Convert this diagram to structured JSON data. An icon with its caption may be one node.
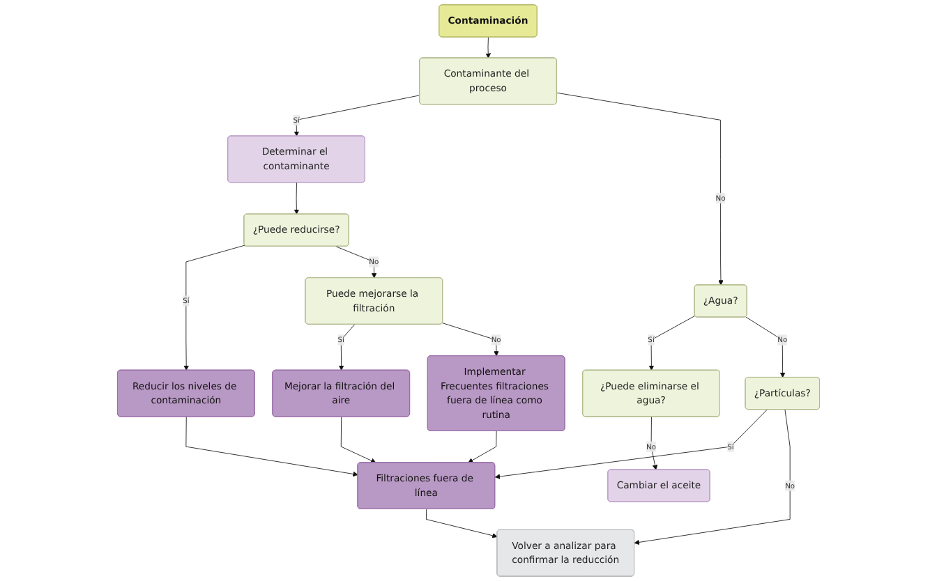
{
  "diagram": {
    "nodes": [
      {
        "text": [
          "Contaminación"
        ]
      },
      {
        "text": [
          "¿Puede eliminarse el agua?"
        ]
      },
      {
        "text": [
          "Determinar el contaminante"
        ]
      },
      {
        "text": [
          "Contaminante del proceso"
        ]
      },
      {
        "text": [
          "¿Agua?"
        ]
      },
      {
        "text": [
          "¿Puede reducirse?"
        ]
      },
      {
        "text": [
          "Reducir los niveles de contaminación"
        ]
      },
      {
        "text": [
          "¿Partículas?"
        ]
      },
      {
        "text": [
          "Puede mejorarse la filtración"
        ]
      },
      {
        "text": [
          "Mejorar la filtración del aire"
        ]
      },
      {
        "text": [
          "Cambiar el aceite"
        ]
      },
      {
        "text": [
          "Implementar Frecuentes filtraciones fuera de línea como rutina"
        ]
      },
      {
        "text": [
          "Filtraciones fuera de línea"
        ]
      },
      {
        "text": [
          "Volver a analizar para confirmar la reducción"
        ]
      }
    ],
    "edges": [
      {
        "from": 0,
        "to": 3,
        "arrow": "to"
      },
      {
        "from": 3,
        "to": 2,
        "label": "Sí",
        "arrow": "to"
      },
      {
        "from": 3,
        "to": 4,
        "label": "No",
        "arrow": "to"
      },
      {
        "from": 4,
        "to": 1,
        "label": "Sí",
        "arrow": "to"
      },
      {
        "from": 4,
        "to": 7,
        "label": "No",
        "arrow": "to"
      },
      {
        "from": 1,
        "to": 10,
        "label": "No",
        "arrow": "to"
      },
      {
        "from": 2,
        "to": 5,
        "arrow": "to"
      },
      {
        "from": 5,
        "to": 6,
        "label": "Sí",
        "arrow": "to"
      },
      {
        "from": 5,
        "to": 8,
        "label": "No",
        "arrow": "to"
      },
      {
        "from": 8,
        "to": 9,
        "label": "Sí",
        "arrow": "to"
      },
      {
        "from": 8,
        "to": 11,
        "label": "No",
        "arrow": "to"
      },
      {
        "from": 6,
        "to": 12,
        "arrow": "to"
      },
      {
        "from": 9,
        "to": 12,
        "arrow": "to"
      },
      {
        "from": 7,
        "to": 12,
        "label": "Sí",
        "arrow": "to"
      },
      {
        "from": 7,
        "to": 13,
        "label": "No",
        "arrow": "to"
      },
      {
        "from": 11,
        "to": 12,
        "arrow": "to"
      },
      {
        "from": 12,
        "to": 13,
        "arrow": "to"
      }
    ]
  }
}
